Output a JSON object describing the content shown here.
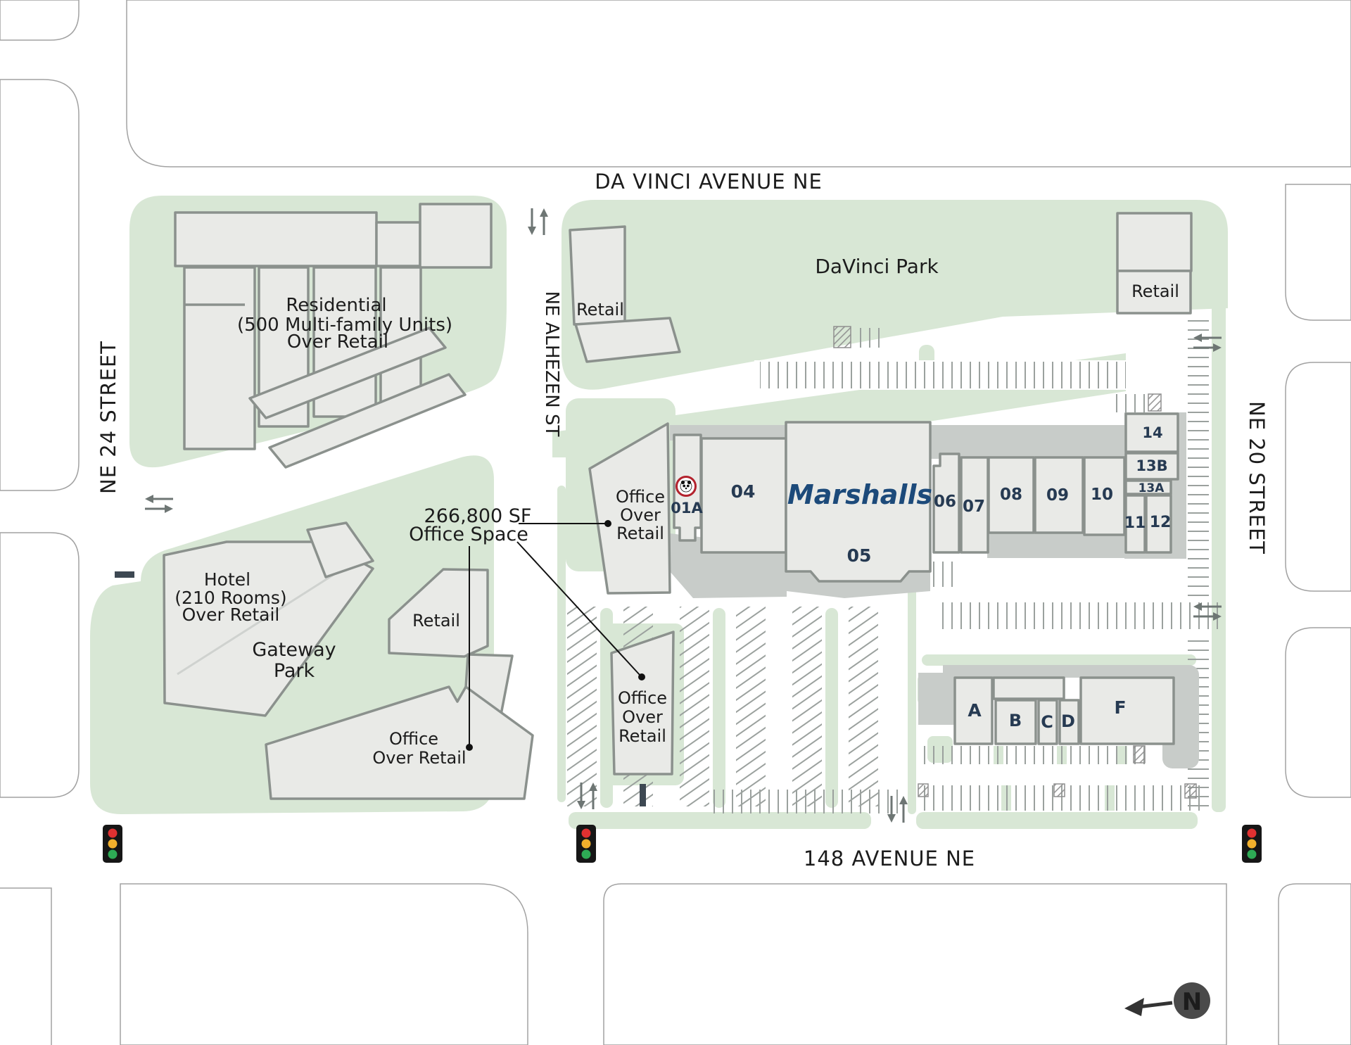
{
  "streets": {
    "da_vinci": "DA VINCI AVENUE NE",
    "ne24": "NE 24 STREET",
    "alhezen": "NE ALHEZEN ST",
    "ne20": "NE 20 STREET",
    "ave148": "148 AVENUE NE"
  },
  "parks": {
    "davinci": "DaVinci Park",
    "gateway_line1": "Gateway",
    "gateway_line2": "Park"
  },
  "labels": {
    "residential": [
      "Residential",
      "(500 Multi-family Units)",
      "Over Retail"
    ],
    "hotel": [
      "Hotel",
      "(210 Rooms)",
      "Over Retail"
    ],
    "office_stack": [
      "Office",
      "Over",
      "Retail"
    ],
    "office_flat": [
      "Office",
      "Over Retail"
    ],
    "retail": "Retail",
    "annotation": [
      "266,800 SF",
      "Office Space"
    ]
  },
  "anchor": {
    "name": "Marshalls"
  },
  "units": [
    "01A",
    "04",
    "05",
    "06",
    "07",
    "08",
    "09",
    "10",
    "11",
    "12",
    "13A",
    "13B",
    "14"
  ],
  "pads": [
    "A",
    "B",
    "C",
    "D",
    "F"
  ],
  "compass": {
    "label": "N"
  },
  "icons": {
    "panda": "panda-express-logo",
    "signal": "traffic-signal",
    "compass": "north-arrow"
  },
  "colors": {
    "park_green": "#d8e7d5",
    "building_fill": "#e9eae7",
    "building_stroke": "#8b918d",
    "service_band": "#c8ccc9",
    "unit_navy": "#263a52",
    "marshalls_blue": "#1c4a7a",
    "signal_red": "#e03131",
    "signal_amber": "#f2b02c",
    "signal_green": "#2eaa55"
  }
}
